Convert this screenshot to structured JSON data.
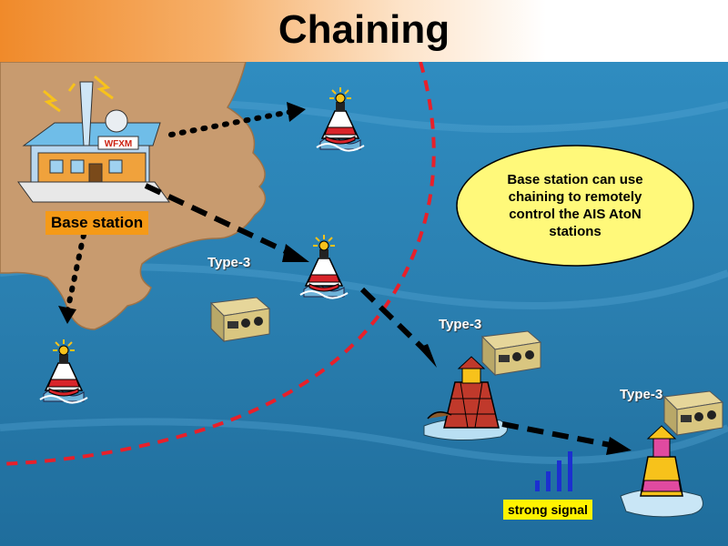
{
  "slide": {
    "title": "Chaining",
    "base_station_label": "Base station",
    "building_sign": "WFXM",
    "callout_text": "Base station can use chaining to remotely control the AIS AtoN stations",
    "type_labels": [
      "Type-3",
      "Type-3",
      "Type-3"
    ],
    "signal_label": "strong signal"
  },
  "colors": {
    "title_gradient_start": "#f08a2a",
    "sea": "#2a7fb0",
    "land": "#c89b6f",
    "range_boundary": "#e8202a",
    "callout_fill": "#fff97a",
    "base_label_bg": "#f59a17",
    "signal_label_bg": "#fff200",
    "signal_bars": "#1c2fd0"
  },
  "icons": [
    "radio-station-icon",
    "navigation-buoy-icon",
    "ais-transponder-icon",
    "lighthouse-buoy-icon",
    "signal-bars-icon"
  ]
}
